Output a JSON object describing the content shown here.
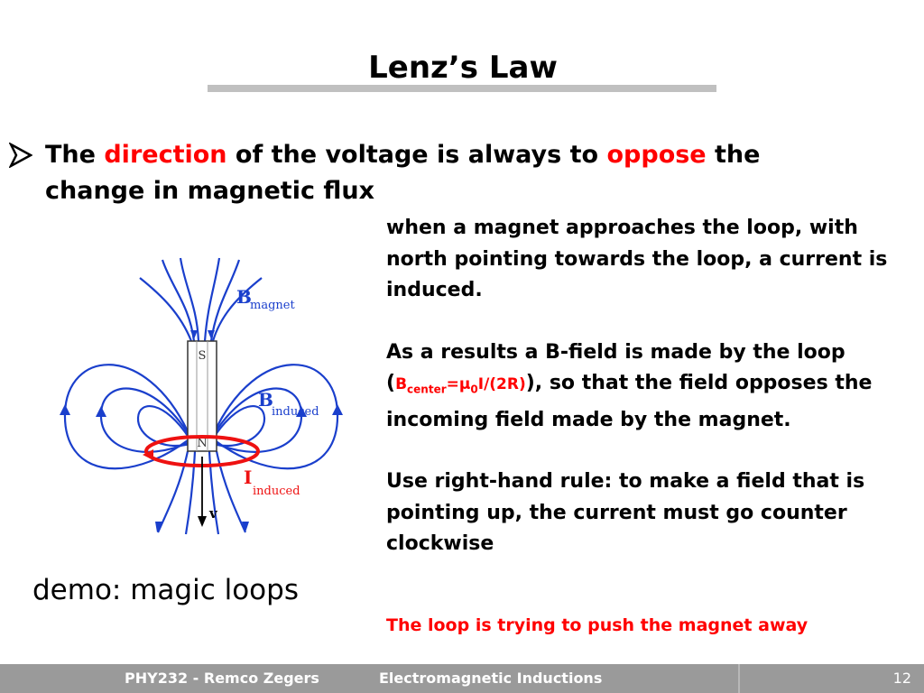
{
  "slide": {
    "title": "Lenz’s Law"
  },
  "bullet": {
    "part1": "The ",
    "highlight1": "direction",
    "part2": " of the voltage is always to ",
    "highlight2": "oppose",
    "part3": " the change in magnetic flux"
  },
  "figure": {
    "b_magnet_main": "B",
    "b_magnet_sub": "magnet",
    "b_induced_main": "B",
    "b_induced_sub": "induced",
    "i_induced_main": "I",
    "i_induced_sub": "induced",
    "pole_s": "S",
    "pole_n": "N",
    "velocity": "v"
  },
  "demo_caption": "demo: magic loops",
  "explanation": {
    "para1": "when a magnet approaches the loop, with north pointing towards the loop, a current is induced.",
    "para2_start": "As a results a B-field is made by the loop (",
    "formula_b": "B",
    "formula_b_sub": "center",
    "formula_eq": "=μ",
    "formula_mu_sub": "0",
    "formula_rest": "I/(2R)",
    "para2_end": "), so that the field opposes the incoming field made by the magnet.",
    "para3": "Use right-hand rule: to make a field that is pointing up, the current must go counter clockwise"
  },
  "conclusion": "The loop is trying to push the magnet away",
  "footer": {
    "course": "PHY232 - Remco Zegers",
    "topic": "Electromagnetic Inductions",
    "page": "12"
  },
  "colors": {
    "accent_red": "#ff0000",
    "field_blue": "#1a3fcc",
    "footer_gray": "#9a9a9a"
  }
}
